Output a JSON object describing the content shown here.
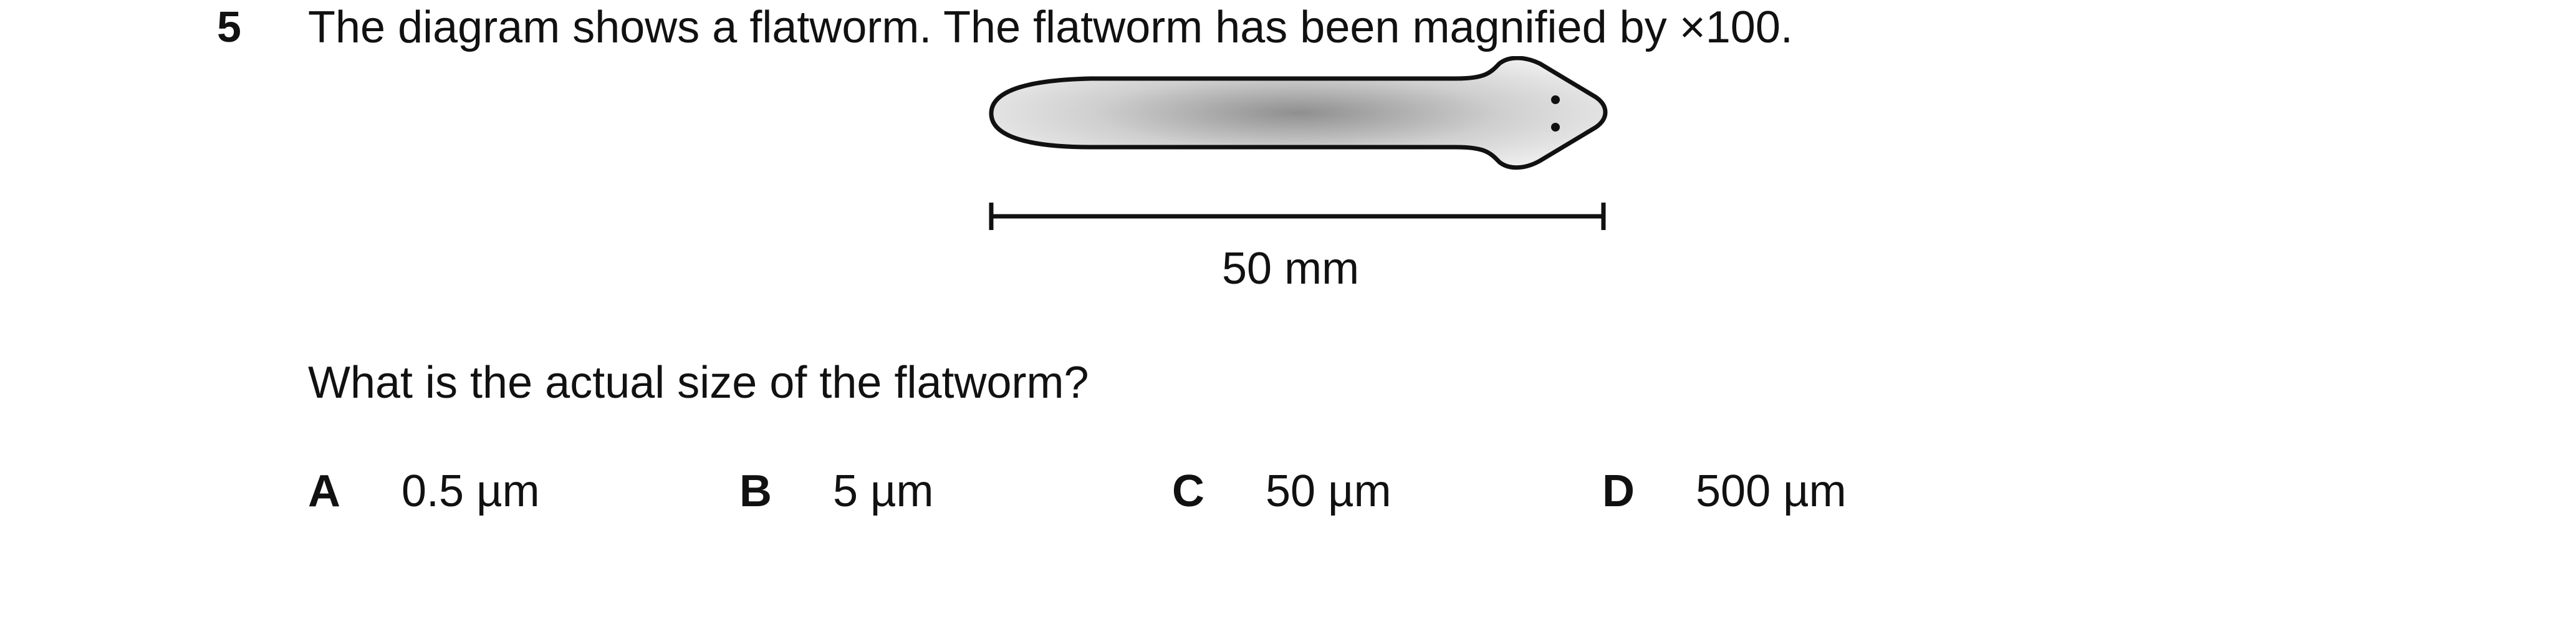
{
  "question": {
    "number": "5",
    "stem": "The diagram shows a flatworm. The flatworm has been magnified by ×100.",
    "scale_label": "50 mm",
    "prompt": "What is the actual size of the flatworm?",
    "options": [
      {
        "letter": "A",
        "value": "0.5 µm"
      },
      {
        "letter": "B",
        "value": "5 µm"
      },
      {
        "letter": "C",
        "value": "50 µm"
      },
      {
        "letter": "D",
        "value": "500 µm"
      }
    ]
  },
  "colors": {
    "ink": "#111111",
    "worm_fill_center": "#8f8f8f",
    "worm_fill_edge": "#e6e6e6"
  }
}
